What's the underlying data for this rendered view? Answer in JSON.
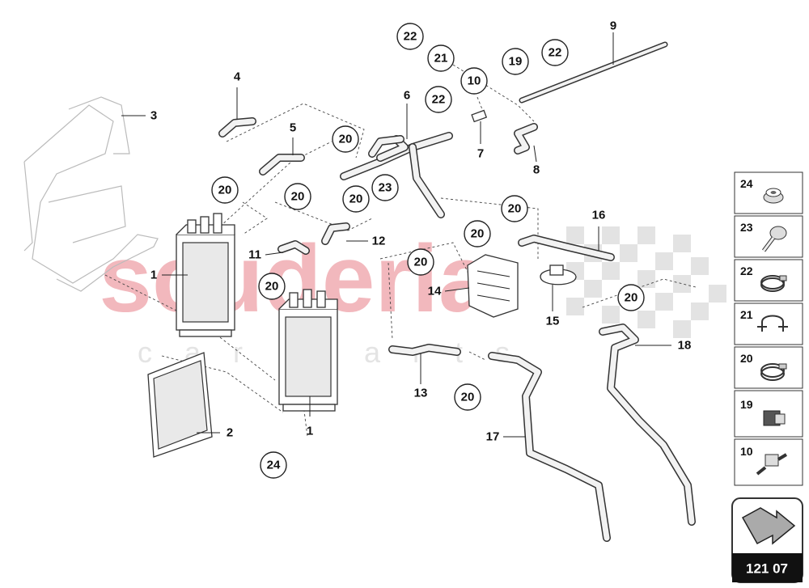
{
  "watermark": {
    "brand": "scuderia",
    "sub": "car parts"
  },
  "callouts": [
    "22",
    "21",
    "10",
    "22",
    "19",
    "22",
    "20",
    "20",
    "20",
    "20",
    "23",
    "20",
    "20",
    "20",
    "20",
    "20",
    "20",
    "24"
  ],
  "labels": [
    "1",
    "1",
    "2",
    "3",
    "4",
    "5",
    "6",
    "7",
    "8",
    "9",
    "11",
    "12",
    "13",
    "14",
    "15",
    "16",
    "17",
    "18"
  ],
  "legend": {
    "items": [
      "24",
      "23",
      "22",
      "21",
      "20",
      "19",
      "10"
    ],
    "icons": [
      "grommet-icon",
      "screw-icon",
      "hose-clamp-icon",
      "clip-icon",
      "hose-clamp-icon",
      "connector-icon",
      "valve-icon"
    ]
  },
  "page_number": "121 07",
  "colors": {
    "watermark": "#f2b8bd",
    "line": "#222222"
  }
}
